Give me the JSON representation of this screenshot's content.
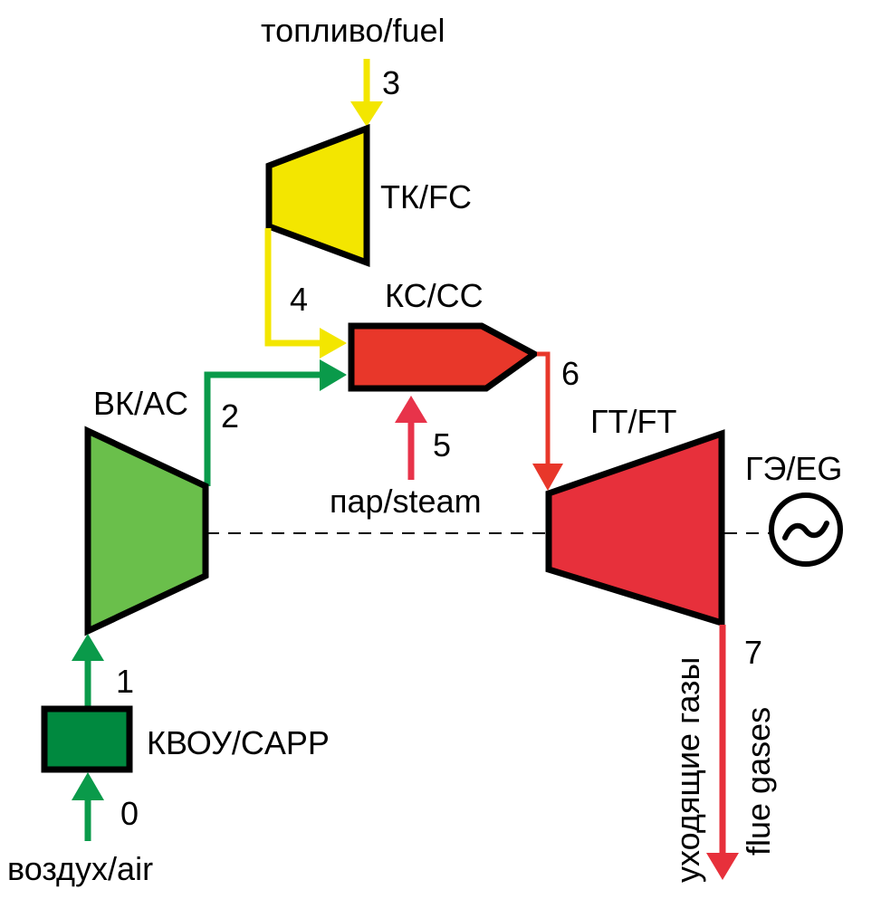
{
  "title": "Gas turbine unit scheme with fuel compressor and steam injection",
  "colors": {
    "air_green": "#0a9a4a",
    "compressor_green": "#6abf4b",
    "capp_green": "#00893f",
    "fuel_yellow": "#f3e600",
    "combustor_red": "#e8372a",
    "turbine_red": "#e7303b",
    "steam_red": "#e8334a",
    "outline": "#000000"
  },
  "components": {
    "fuel_compressor": "ТК/FC",
    "combustion_chamber": "КС/CC",
    "air_compressor": "ВК/AC",
    "free_turbine": "ГТ/FT",
    "electric_generator": "ГЭ/EG",
    "air_preparation": "КВОУ/CAPP"
  },
  "flows": {
    "fuel": "топливо/fuel",
    "steam": "пар/steam",
    "air": "воздух/air",
    "flue_gases_ru": "уходящие газы",
    "flue_gases_en": "flue gases"
  },
  "points": [
    "0",
    "1",
    "2",
    "3",
    "4",
    "5",
    "6",
    "7"
  ],
  "generator_symbol": "~"
}
